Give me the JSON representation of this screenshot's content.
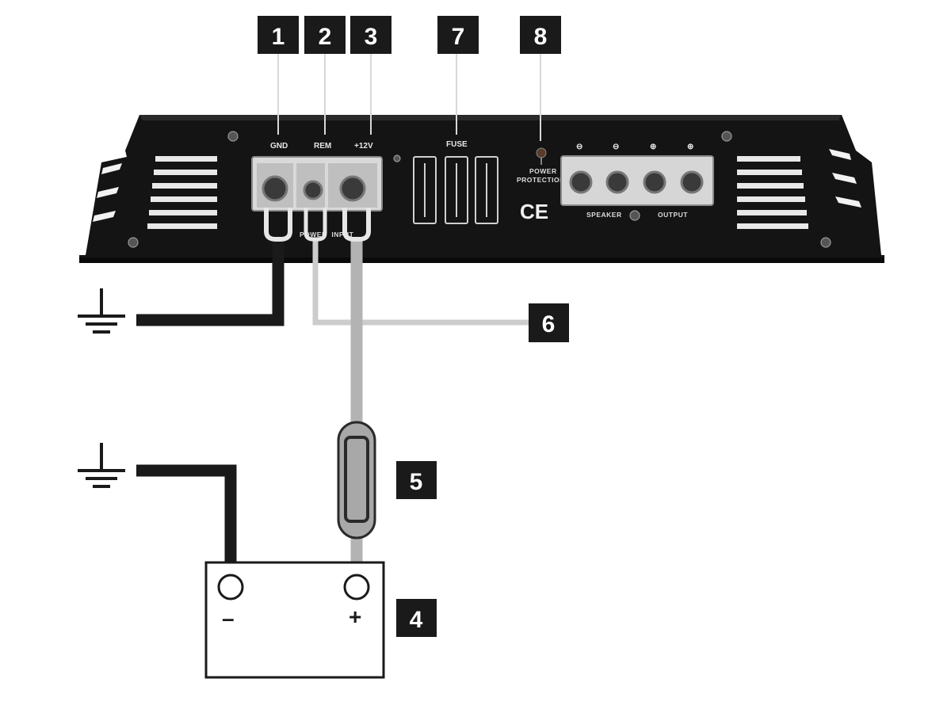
{
  "callouts": {
    "c1": "1",
    "c2": "2",
    "c3": "3",
    "c4": "4",
    "c5": "5",
    "c6": "6",
    "c7": "7",
    "c8": "8"
  },
  "amplifier": {
    "gnd_label": "GND",
    "rem_label": "REM",
    "plus12v_label": "+12V",
    "fuse_label": "FUSE",
    "power_protection_line1": "POWER",
    "power_protection_line2": "PROTECTION",
    "ce_mark": "CE",
    "power_input_label": "POWER  INPUT",
    "speaker_label": "SPEAKER",
    "output_label": "OUTPUT",
    "speaker_terminal_signs": [
      "⊖",
      "⊖",
      "⊕",
      "⊕"
    ]
  },
  "battery": {
    "minus_sign": "–",
    "plus_sign": "+"
  },
  "colors": {
    "amp_body": "#141414",
    "callout_bg": "#1a1a1a",
    "ground_wire": "#1a1a1a",
    "remote_wire": "#cccccc",
    "power_wire": "#b3b3b3",
    "fuse_holder": "#a8a8a8"
  },
  "icons": [
    "ground-symbol-icon",
    "fuse-icon",
    "led-icon"
  ]
}
